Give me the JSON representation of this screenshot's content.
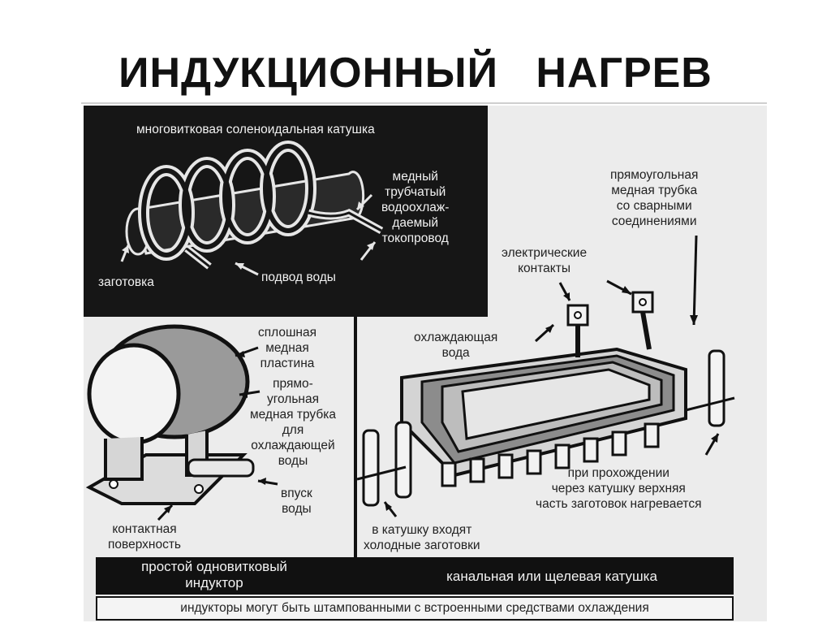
{
  "title": "ИНДУКЦИОННЫЙ   НАГРЕВ",
  "labels": {
    "coil_title": "многовитковая соленоидальная катушка",
    "copper_conductor": "медный\nтрубчатый\nводоохлаж-\nдаемый\nтокопровод",
    "workpiece": "заготовка",
    "water_supply": "подвод воды",
    "rect_tube_welded": "прямоугольная\nмедная трубка\nсо сварными\nсоединениями",
    "electrical_contacts": "электрические\nконтакты",
    "cooling_water": "охлаждающая\nвода",
    "solid_plate": "сплошная\nмедная\nпластина",
    "rect_tube_cooling": "прямо-\nугольная\nмедная трубка\nдля\nохлаждающей\nводы",
    "water_inlet": "впуск\nводы",
    "contact_surface": "контактная\nповерхность",
    "heating_note": "при прохождении\nчерез катушку верхняя\nчасть заготовок нагревается",
    "cold_blanks": "в катушку входят\nхолодные заготовки"
  },
  "bottom": {
    "left": "простой одновитковый\nиндуктор",
    "right": "канальная или щелевая катушка",
    "strip": "индукторы могут быть штампованными с встроенными средствами охлаждения"
  },
  "colors": {
    "dark": "#161616",
    "panel": "#ececec",
    "coil_fill": "#8a8a8a"
  }
}
